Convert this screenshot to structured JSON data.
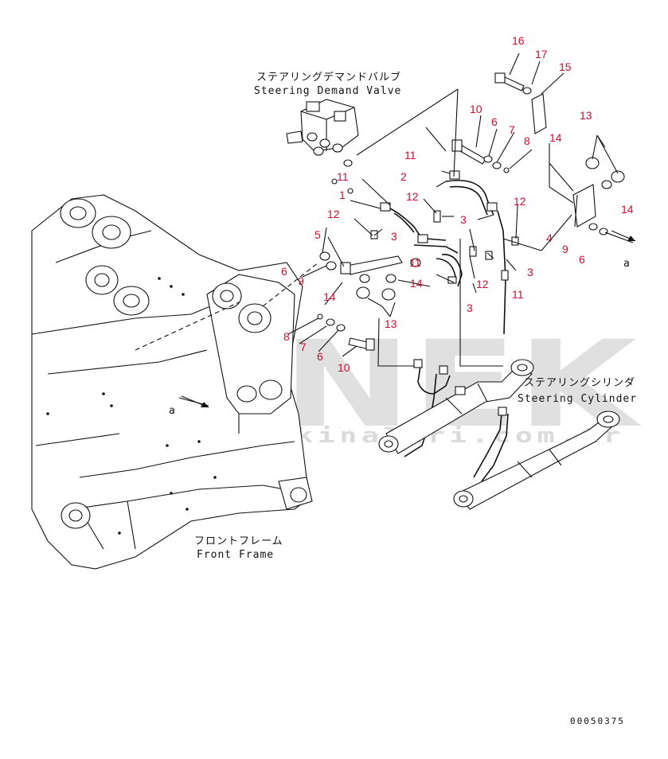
{
  "title_labels": {
    "valve_jp": "ステアリングデマンドバルブ",
    "valve_en": "Steering Demand Valve",
    "cylinder_jp": "ステアリングシリンダ",
    "cylinder_en": "Steering Cylinder",
    "frame_jp": "フロントフレーム",
    "frame_en": "Front Frame"
  },
  "watermark": {
    "brand": "ÖRNEK",
    "url": "www.orneksmakinalari.com.tr"
  },
  "document_number": "00050375",
  "reference_mark": "a",
  "callouts": [
    {
      "id": "c16a",
      "text": "16"
    },
    {
      "id": "c17a",
      "text": "17"
    },
    {
      "id": "c15a",
      "text": "15"
    },
    {
      "id": "c10a",
      "text": "10"
    },
    {
      "id": "c6a",
      "text": "6"
    },
    {
      "id": "c7a",
      "text": "7"
    },
    {
      "id": "c8a",
      "text": "8"
    },
    {
      "id": "c13a",
      "text": "13"
    },
    {
      "id": "c14a",
      "text": "14"
    },
    {
      "id": "c11a",
      "text": "11"
    },
    {
      "id": "c2a",
      "text": "2"
    },
    {
      "id": "c11b",
      "text": "11"
    },
    {
      "id": "c1a",
      "text": "1"
    },
    {
      "id": "c12a",
      "text": "12"
    },
    {
      "id": "c12b",
      "text": "12"
    },
    {
      "id": "c3a",
      "text": "3"
    },
    {
      "id": "c12c",
      "text": "12"
    },
    {
      "id": "c14b",
      "text": "14"
    },
    {
      "id": "c5a",
      "text": "5"
    },
    {
      "id": "c3b",
      "text": "3"
    },
    {
      "id": "c4a",
      "text": "4"
    },
    {
      "id": "c9a",
      "text": "9"
    },
    {
      "id": "c6b",
      "text": "6"
    },
    {
      "id": "c6c",
      "text": "6"
    },
    {
      "id": "c9b",
      "text": "9"
    },
    {
      "id": "c11c",
      "text": "11"
    },
    {
      "id": "c3c",
      "text": "3"
    },
    {
      "id": "c12d",
      "text": "12"
    },
    {
      "id": "c14c",
      "text": "14"
    },
    {
      "id": "c14d",
      "text": "14"
    },
    {
      "id": "c3d",
      "text": "3"
    },
    {
      "id": "c11d",
      "text": "11"
    },
    {
      "id": "c13b",
      "text": "13"
    },
    {
      "id": "c8b",
      "text": "8"
    },
    {
      "id": "c7b",
      "text": "7"
    },
    {
      "id": "c6d",
      "text": "6"
    },
    {
      "id": "c10b",
      "text": "10"
    }
  ],
  "colors": {
    "callout": "#c8102e",
    "linework": "#111111",
    "watermark": "#c8c8c8",
    "watermark_accent": "#f3d27a"
  }
}
